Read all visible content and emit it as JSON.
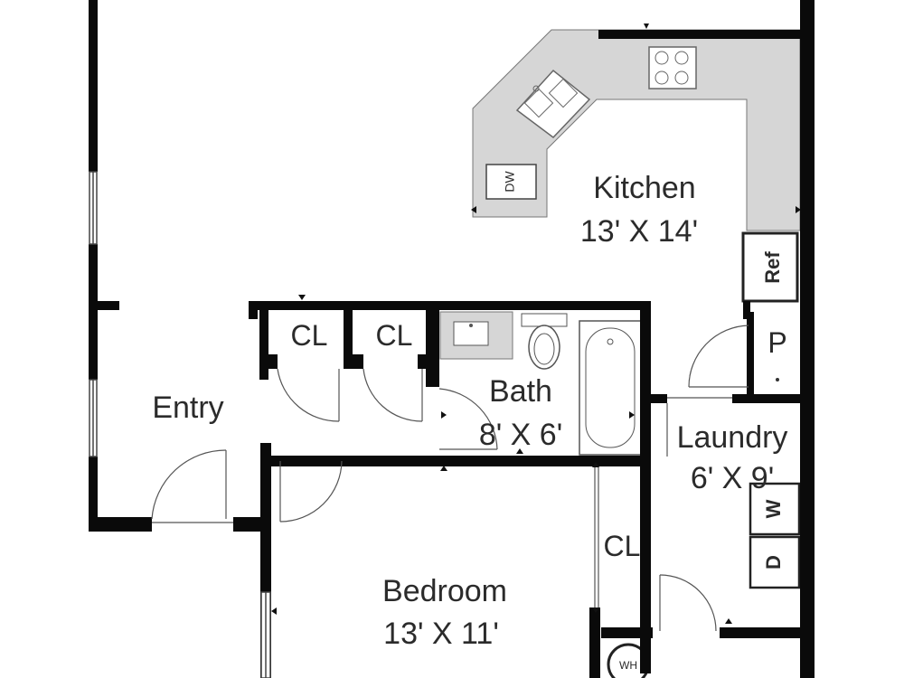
{
  "rooms": {
    "kitchen": {
      "name": "Kitchen",
      "dims": "13' X 14'"
    },
    "bath": {
      "name": "Bath",
      "dims": "8' X 6'"
    },
    "laundry": {
      "name": "Laundry",
      "dims": "6' X 9'"
    },
    "bedroom": {
      "name": "Bedroom",
      "dims": "13' X 11'"
    },
    "entry": {
      "name": "Entry"
    }
  },
  "closets": {
    "entry_closet_1": "CL",
    "entry_closet_2": "CL",
    "bedroom_closet": "CL",
    "pantry": "P"
  },
  "appliances": {
    "dishwasher": "DW",
    "refrigerator": "Ref",
    "washer": "W",
    "dryer": "D",
    "water_heater": "WH"
  },
  "colors": {
    "wall": "#0a0a0a",
    "counter": "#d6d6d6",
    "fixture_line": "#555555",
    "text": "#2b2b2b"
  }
}
